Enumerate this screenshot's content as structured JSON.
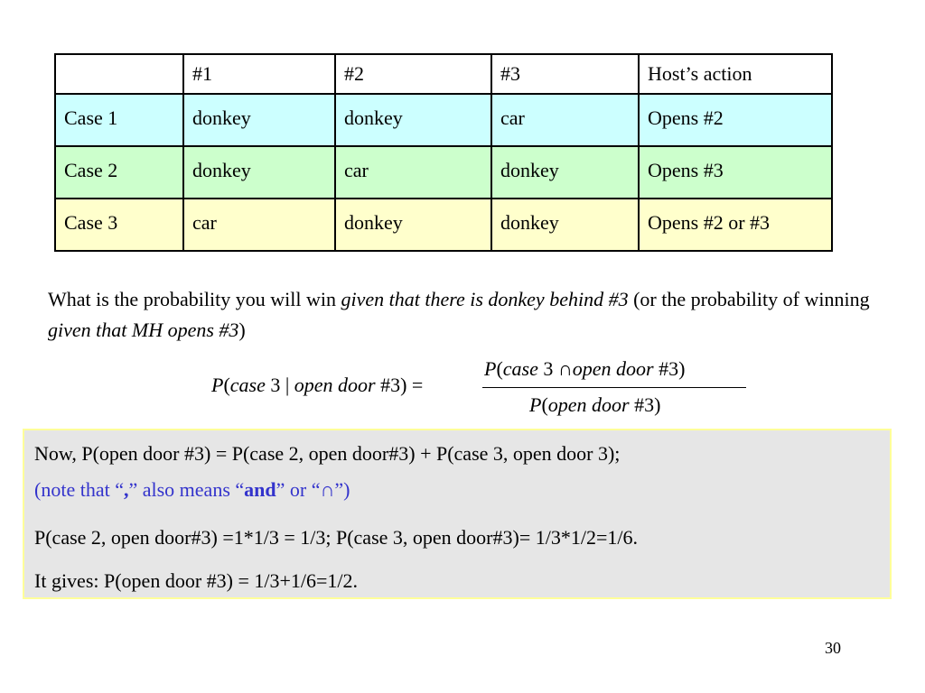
{
  "table": {
    "headers": [
      "",
      "#1",
      "#2",
      "#3",
      "Host’s action"
    ],
    "rows": [
      [
        "Case 1",
        "donkey",
        "donkey",
        "car",
        "Opens #2"
      ],
      [
        "Case 2",
        "donkey",
        "car",
        "donkey",
        "Opens #3"
      ],
      [
        "Case 3",
        "car",
        "donkey",
        "donkey",
        "Opens #2 or #3"
      ]
    ],
    "row_colors": [
      "#ccffff",
      "#ccffcc",
      "#ffffcc"
    ]
  },
  "question": {
    "part1": "What is the probability you will win ",
    "part2_italic": "given that there is donkey behind #3",
    "part3": " (or the probability of winning ",
    "part4_italic": "given that MH opens #3",
    "part5": ")"
  },
  "formula": {
    "lhs": {
      "a": "P",
      "b": "(",
      "c": "case",
      "d": " 3 | ",
      "e": "open door",
      "f": " #3) ="
    },
    "numerator": {
      "a": "P",
      "b": "(",
      "c": "case",
      "d": " 3 ∩",
      "e": "open door",
      "f": " #3)"
    },
    "denominator": {
      "a": "P",
      "b": "(",
      "c": "open door",
      "d": " #3)"
    }
  },
  "box": {
    "line1": "Now, P(open door #3) = P(case 2, open door#3) + P(case 3, open door 3);",
    "line2": {
      "a": "(note that “",
      "b": ",",
      "c": "” also means  “",
      "d": "and",
      "e": "” or “∩”)"
    },
    "line3": "P(case 2, open door#3) =1*1/3 = 1/3;   P(case 3, open door#3)= 1/3*1/2=1/6.",
    "line4": "It gives:     P(open door #3) = 1/3+1/6=1/2."
  },
  "page_number": "30",
  "colors": {
    "box_background": "#e6e6e6",
    "box_border": "#ffff99",
    "note_text": "#3333cc"
  }
}
